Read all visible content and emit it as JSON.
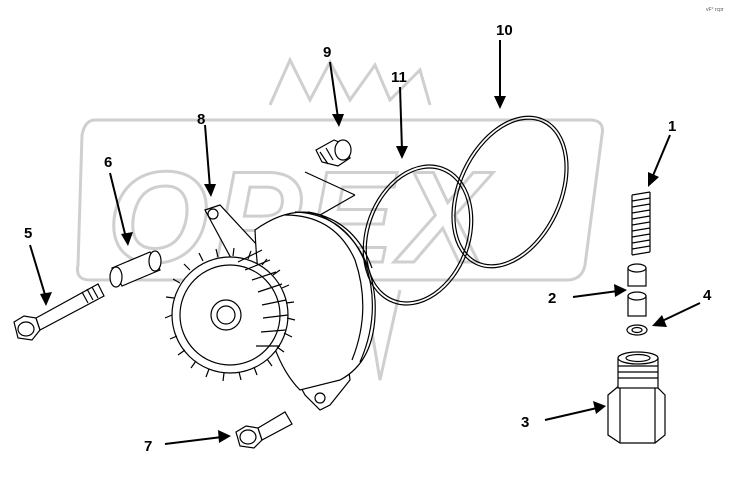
{
  "figure": {
    "corner_code": "vF° rcpr",
    "watermark_text": "OPEX"
  },
  "callouts": [
    {
      "num": "1",
      "part": "spring"
    },
    {
      "num": "2",
      "part": "plunger"
    },
    {
      "num": "3",
      "part": "plug"
    },
    {
      "num": "4",
      "part": "washer"
    },
    {
      "num": "5",
      "part": "bolt"
    },
    {
      "num": "6",
      "part": "dowel-pin"
    },
    {
      "num": "7",
      "part": "bolt"
    },
    {
      "num": "8",
      "part": "oil-pump"
    },
    {
      "num": "9",
      "part": "plug"
    },
    {
      "num": "10",
      "part": "o-ring"
    },
    {
      "num": "11",
      "part": "o-ring"
    }
  ],
  "colors": {
    "line": "#000000",
    "watermark": "#cfcfcf",
    "background": "#ffffff"
  }
}
